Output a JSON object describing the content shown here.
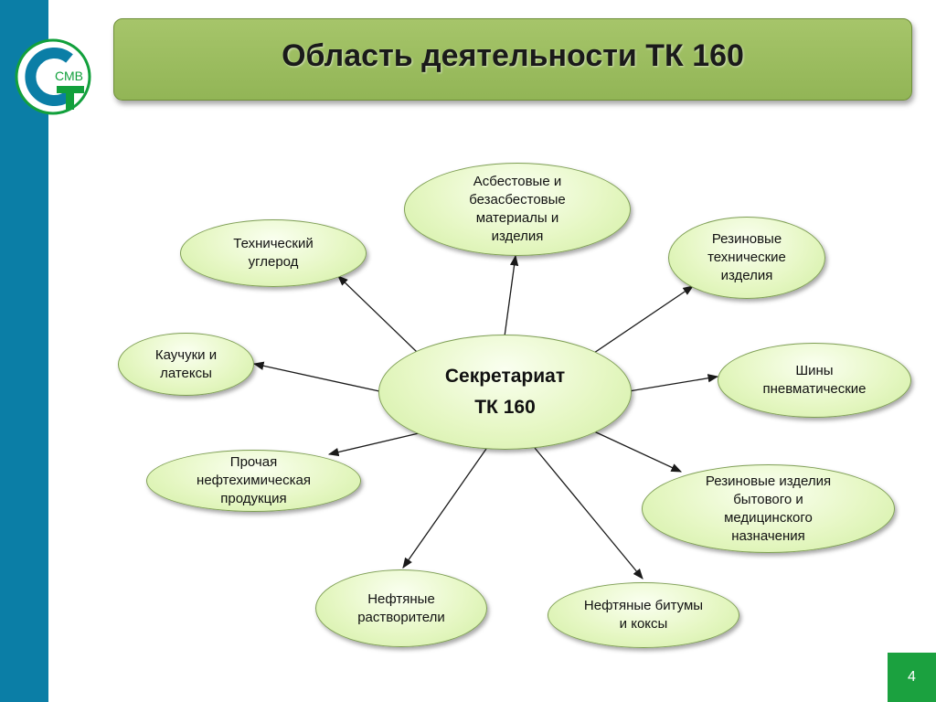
{
  "title": "Область деятельности ТК 160",
  "logo_text": "СМВ",
  "center": {
    "line1": "Секретариат",
    "line2": "ТК 160"
  },
  "nodes": {
    "asbestos": "Асбестовые и безасбестовые материалы и изделия",
    "rubber_tech": "Резиновые технические изделия",
    "tires": "Шины пневматические",
    "rubber_household": "Резиновые изделия бытового и медицинского назначения",
    "bitumen": "Нефтяные битумы и коксы",
    "solvents": "Нефтяные растворители",
    "petrochem": "Прочая нефтехимическая продукция",
    "latex": "Каучуки и латексы",
    "carbon": "Технический углерод"
  },
  "page_number": "4",
  "colors": {
    "side_bar": "#0b7ea6",
    "title_bar": "#9bbd5e",
    "node_fill": "#e6f7c4",
    "page_badge": "#1ba13f"
  }
}
